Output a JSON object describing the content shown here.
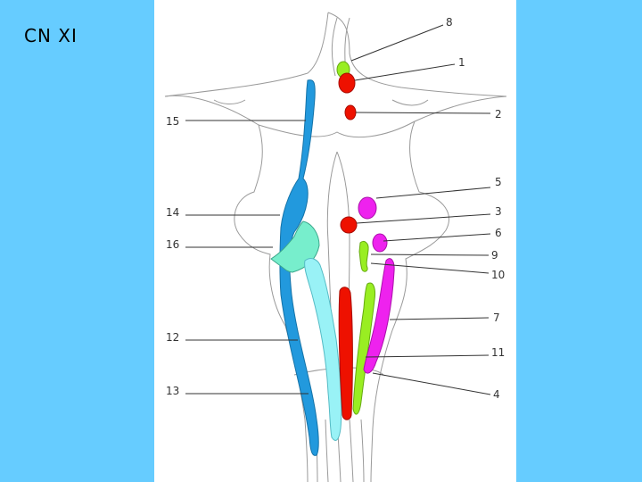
{
  "slide": {
    "title": "CN XI"
  },
  "colors": {
    "background": "#66ccff",
    "panel": "#ffffff",
    "outline": "#9a9a9a",
    "red": "#ee1100",
    "green": "#99ee22",
    "magenta": "#ee22ee",
    "blue": "#2299dd",
    "cyan": "#99f2f6",
    "teal": "#77eecc"
  },
  "labels": {
    "n1": "1",
    "n2": "2",
    "n3": "3",
    "n4": "4",
    "n5": "5",
    "n6": "6",
    "n7": "7",
    "n8": "8",
    "n9": "9",
    "n10": "10",
    "n11": "11",
    "n12": "12",
    "n13": "13",
    "n14": "14",
    "n15": "15",
    "n16": "16"
  }
}
